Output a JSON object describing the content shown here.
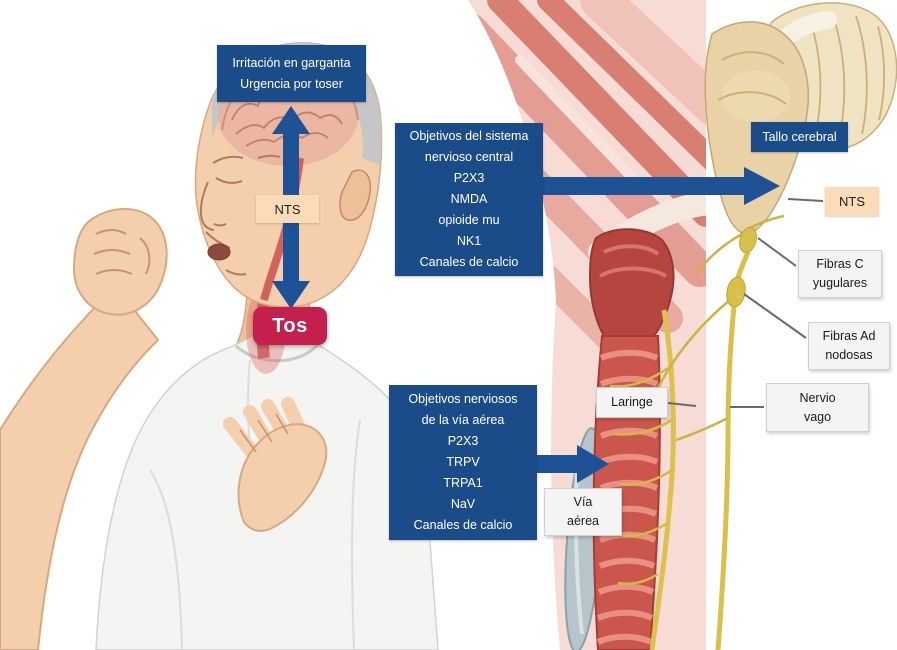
{
  "figure": {
    "irritation_box": {
      "line1": "Irritación en garganta",
      "line2": "Urgencia por toser"
    },
    "nts_left": {
      "label": "NTS"
    },
    "tos": {
      "label": "Tos"
    },
    "central_targets": {
      "title_line1": "Objetivos del sistema",
      "title_line2": "nervioso central",
      "items": [
        "P2X3",
        "NMDA",
        "opioide mu",
        "NK1",
        "Canales de calcio"
      ]
    },
    "airway_targets": {
      "title_line1": "Objetivos nerviosos",
      "title_line2": "de la vía aérea",
      "items": [
        "P2X3",
        "TRPV",
        "TRPA1",
        "NaV",
        "Canales de calcio"
      ]
    },
    "tallo_cerebral": {
      "label": "Tallo cerebral"
    },
    "nts_right": {
      "label": "NTS"
    },
    "fibras_c": {
      "line1": "Fibras C",
      "line2": "yugulares"
    },
    "fibras_ad": {
      "line1": "Fibras Ad",
      "line2": "nodosas"
    },
    "laringe": {
      "label": "Laringe"
    },
    "nervio_vago": {
      "line1": "Nervio",
      "line2": "vago"
    },
    "via_aerea": {
      "line1": "Vía",
      "line2": "aérea"
    }
  },
  "colors": {
    "box_blue": "#1b4c8a",
    "arrow_blue": "#1e5296",
    "tos_red": "#c41f4d",
    "nts_peach": "#fbdcb8",
    "label_bg": "#f4f4f4"
  }
}
